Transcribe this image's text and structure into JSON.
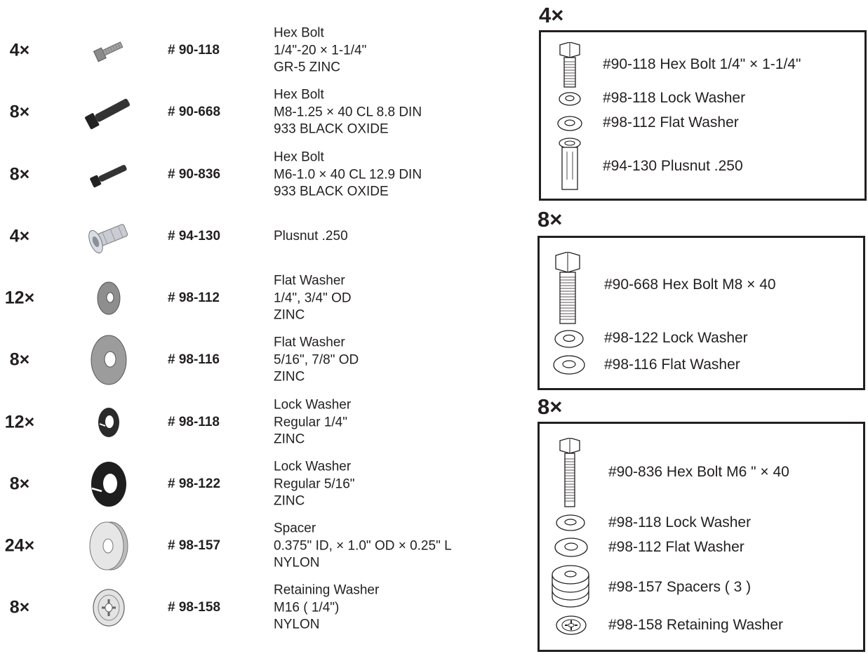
{
  "parts": [
    {
      "qty": "4×",
      "icon": "hex-bolt-zinc-icon",
      "part_no": "# 90-118",
      "lines": [
        "Hex Bolt",
        "1/4\"-20 × 1-1/4\"",
        "GR-5 ZINC"
      ]
    },
    {
      "qty": "8×",
      "icon": "hex-bolt-black-large-icon",
      "part_no": "# 90-668",
      "lines": [
        "Hex Bolt",
        "M8-1.25 × 40 CL 8.8 DIN",
        "933 BLACK OXIDE"
      ]
    },
    {
      "qty": "8×",
      "icon": "hex-bolt-black-small-icon",
      "part_no": "# 90-836",
      "lines": [
        "Hex Bolt",
        "M6-1.0 × 40 CL 12.9 DIN",
        "933 BLACK OXIDE"
      ]
    },
    {
      "qty": "4×",
      "icon": "plusnut-icon",
      "part_no": "# 94-130",
      "lines": [
        "Plusnut .250"
      ]
    },
    {
      "qty": "12×",
      "icon": "flat-washer-small-icon",
      "part_no": "# 98-112",
      "lines": [
        "Flat Washer",
        "1/4\", 3/4\" OD",
        "ZINC"
      ]
    },
    {
      "qty": "8×",
      "icon": "flat-washer-large-icon",
      "part_no": "# 98-116",
      "lines": [
        "Flat Washer",
        "5/16\", 7/8\" OD",
        "ZINC"
      ]
    },
    {
      "qty": "12×",
      "icon": "lock-washer-small-icon",
      "part_no": "# 98-118",
      "lines": [
        "Lock Washer",
        "Regular 1/4\"",
        "ZINC"
      ]
    },
    {
      "qty": "8×",
      "icon": "lock-washer-large-icon",
      "part_no": "# 98-122",
      "lines": [
        "Lock Washer",
        "Regular 5/16\"",
        "ZINC"
      ]
    },
    {
      "qty": "24×",
      "icon": "spacer-icon",
      "part_no": "# 98-157",
      "lines": [
        "Spacer",
        "0.375\" ID, × 1.0\" OD × 0.25\" L",
        "NYLON"
      ]
    },
    {
      "qty": "8×",
      "icon": "retaining-washer-icon",
      "part_no": "# 98-158",
      "lines": [
        "Retaining Washer",
        "M16 ( 1/4\")",
        "NYLON"
      ]
    }
  ],
  "kits": [
    {
      "qty": "4×",
      "items": [
        "#90-118 Hex Bolt   1/4\" × 1-1/4\"",
        "#98-118 Lock Washer",
        "#98-112 Flat Washer",
        "#94-130 Plusnut .250"
      ]
    },
    {
      "qty": "8×",
      "items": [
        "#90-668 Hex Bolt   M8 × 40",
        "#98-122 Lock Washer",
        "#98-116 Flat Washer"
      ]
    },
    {
      "qty": "8×",
      "items": [
        "#90-836 Hex Bolt    M6 \" × 40",
        "#98-118 Lock Washer",
        "#98-112 Flat Washer",
        "#98-157 Spacers ( 3 )",
        "#98-158 Retaining Washer"
      ]
    }
  ]
}
